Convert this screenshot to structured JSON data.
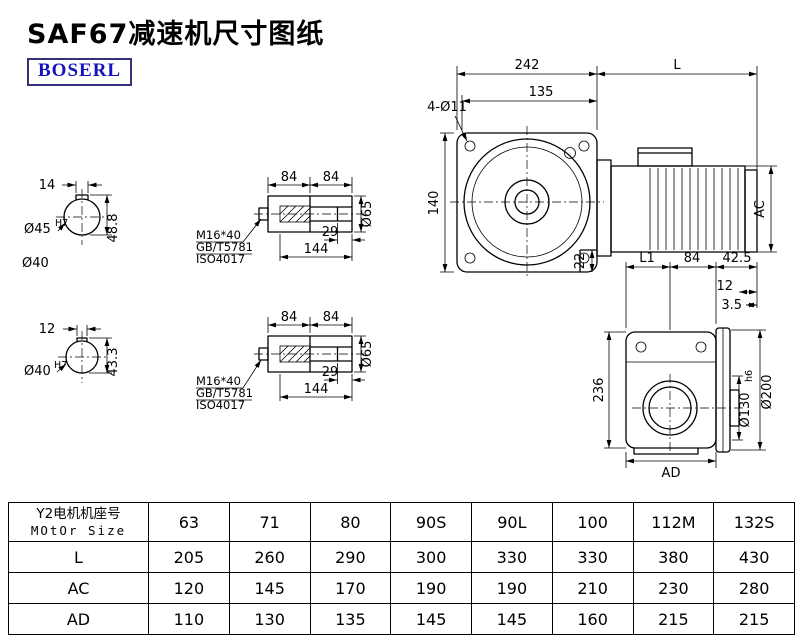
{
  "header": {
    "title": "SAF67减速机尺寸图纸",
    "logo": "BOSERL"
  },
  "front_view": {
    "dim_width": "242",
    "dim_motor_length": "L",
    "dim_135": "135",
    "bolt_holes": "4-Ø11",
    "dim_height": "140",
    "dim_foot": "22",
    "dim_ac": "AC"
  },
  "section_top": {
    "dim_key_width": "14",
    "bore": "Ø45",
    "bore_tol": "H7",
    "dim_depth": "48.8",
    "shaft_dia": "Ø40"
  },
  "section_bottom": {
    "dim_key_width": "12",
    "bore": "Ø40",
    "bore_tol": "H7",
    "dim_depth": "43.3"
  },
  "shaft_detail": {
    "dim_seg_left": "84",
    "dim_seg_right": "84",
    "dim_end": "29",
    "dim_length": "144",
    "dim_dia": "Ø65",
    "bolt_spec": "M16*40",
    "bolt_std_gb": "GB/T5781",
    "bolt_std_iso": "ISO4017"
  },
  "side_view": {
    "dim_l1": "L1",
    "dim_84": "84",
    "dim_42_5": "42.5",
    "dim_12": "12",
    "dim_3_5": "3.5",
    "dim_height": "236",
    "dim_spigot": "Ø130",
    "dim_spigot_tol": "h6",
    "dim_flange": "Ø200",
    "dim_ad": "AD"
  },
  "table": {
    "header": {
      "label_cn": "Y2电机机座号",
      "label_en": "MOtOr Size",
      "sizes": [
        "63",
        "71",
        "80",
        "90S",
        "90L",
        "100",
        "112M",
        "132S"
      ]
    },
    "rows": [
      {
        "label": "L",
        "values": [
          "205",
          "260",
          "290",
          "300",
          "330",
          "330",
          "380",
          "430"
        ]
      },
      {
        "label": "AC",
        "values": [
          "120",
          "145",
          "170",
          "190",
          "190",
          "210",
          "230",
          "280"
        ]
      },
      {
        "label": "AD",
        "values": [
          "110",
          "130",
          "135",
          "145",
          "145",
          "160",
          "215",
          "215"
        ]
      }
    ]
  }
}
